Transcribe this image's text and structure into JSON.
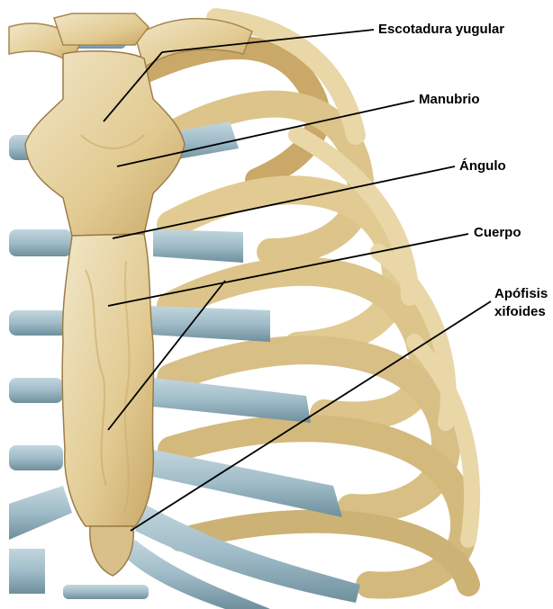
{
  "title": "",
  "labels": {
    "jugular_notch": "Escotadura yugular",
    "manubrium": "Manubrio",
    "angle": "Ángulo",
    "body": "Cuerpo",
    "xiphoid_line1": "Apófisis",
    "xiphoid_line2": "xifoides"
  },
  "colors": {
    "bone": "#e6d2a0",
    "bone_shadow": "#b8955a",
    "bone_light": "#f1e6c8",
    "cartilage": "#9fbcc8",
    "cartilage_dark": "#6f8f9c",
    "leader_line": "#000000",
    "background": "#ffffff"
  }
}
